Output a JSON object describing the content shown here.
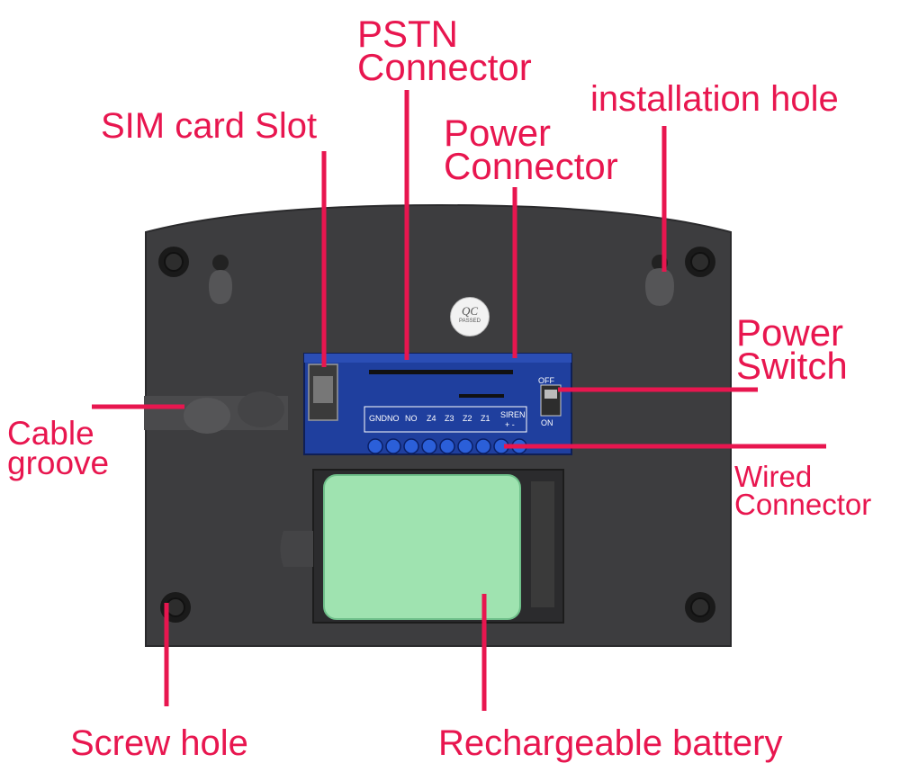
{
  "labels": {
    "pstn_line1": "PSTN",
    "pstn_line2": "Connector",
    "installation_hole": "installation hole",
    "sim_card_slot": "SIM card Slot",
    "power_connector_line1": "Power",
    "power_connector_line2": "Connector",
    "power_switch_line1": "Power",
    "power_switch_line2": "Switch",
    "cable_groove_line1": "Cable",
    "cable_groove_line2": "groove",
    "wired_connector_line1": "Wired",
    "wired_connector_line2": "Connector",
    "screw_hole": "Screw hole",
    "rechargeable_battery": "Rechargeable battery"
  },
  "pcb": {
    "switch_off": "OFF",
    "switch_on": "ON",
    "terminals": [
      "GND",
      "NO",
      "NO",
      "Z4",
      "Z3",
      "Z2",
      "Z1"
    ],
    "siren": "SIREN",
    "siren_polarity": "+ -"
  },
  "qc_sticker": {
    "mark": "QC",
    "text": "PASSED"
  },
  "colors": {
    "label_red": "#e8164f",
    "housing": "#3d3d3f",
    "pcb_blue": "#1f3f9e",
    "battery_green": "#9fe3b0"
  }
}
